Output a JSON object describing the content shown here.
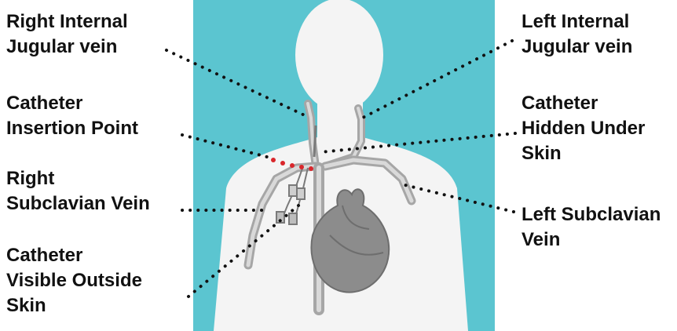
{
  "colors": {
    "panel_background": "#5bc5d0",
    "silhouette": "#f4f4f4",
    "vein": "#a6a6a6",
    "vein_light": "#d9d9d9",
    "heart": "#8c8c8c",
    "catheter_dots": "#d9262b",
    "leader_dots": "#111111"
  },
  "labels": {
    "right_internal_jugular": [
      "Right Internal",
      "Jugular vein"
    ],
    "catheter_insertion_point": [
      "Catheter",
      "Insertion Point"
    ],
    "right_subclavian": [
      "Right",
      "Subclavian Vein"
    ],
    "catheter_visible_outside": [
      "Catheter",
      "Visible Outside",
      "Skin"
    ],
    "left_internal_jugular": [
      "Left Internal",
      "Jugular vein"
    ],
    "catheter_hidden_under": [
      "Catheter",
      "Hidden Under",
      "Skin"
    ],
    "left_subclavian": [
      "Left Subclavian",
      "Vein"
    ]
  }
}
